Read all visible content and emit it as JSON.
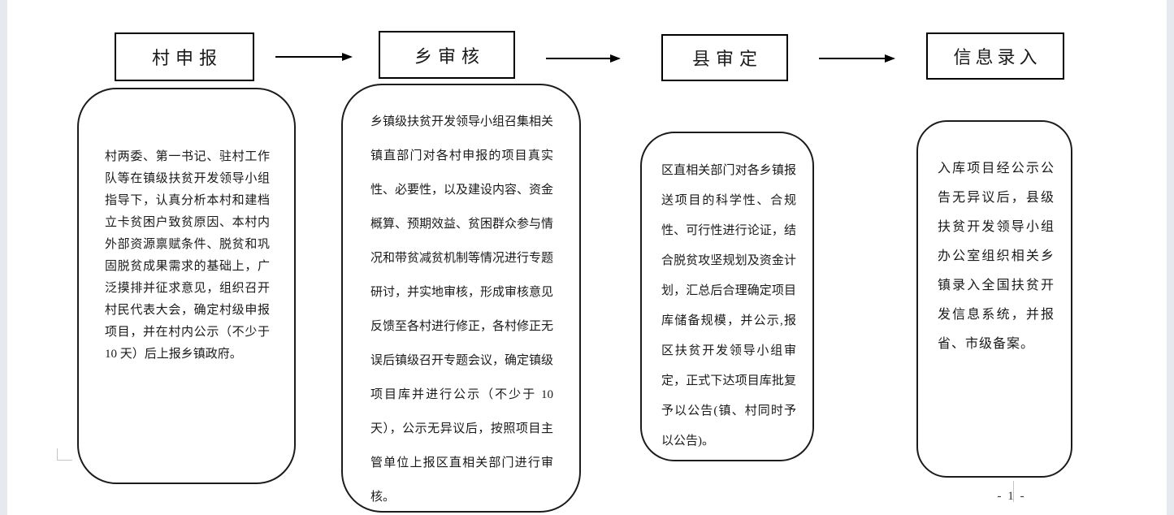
{
  "document": {
    "page_number": "- 1 -"
  },
  "flow": {
    "stages": [
      {
        "title": "村申报",
        "body": "村两委、第一书记、驻村工作队等在镇级扶贫开发领导小组指导下，认真分析本村和建档立卡贫困户致贫原因、本村内外部资源禀赋条件、脱贫和巩固脱贫成果需求的基础上，广泛摸排并征求意见，组织召开村民代表大会，确定村级申报项目，并在村内公示（不少于 10 天）后上报乡镇政府。"
      },
      {
        "title": "乡审核",
        "body": "乡镇级扶贫开发领导小组召集相关镇直部门对各村申报的项目真实性、必要性，以及建设内容、资金概算、预期效益、贫困群众参与情况和带贫减贫机制等情况进行专题研讨，并实地审核，形成审核意见反馈至各村进行修正，各村修正无误后镇级召开专题会议，确定镇级项目库并进行公示（不少于 10 天），公示无异议后，按照项目主管单位上报区直相关部门进行审核。"
      },
      {
        "title": "县审定",
        "body": "区直相关部门对各乡镇报送项目的科学性、合规性、可行性进行论证，结合脱贫攻坚规划及资金计划，汇总后合理确定项目库储备规模，并公示,报区扶贫开发领导小组审定，正式下达项目库批复予以公告(镇、村同时予以公告)。"
      },
      {
        "title": "信息录入",
        "body": "入库项目经公示公告无异议后，县级扶贫开发领导小组办公室组织相关乡镇录入全国扶贫开发信息系统，并报省、市级备案。"
      }
    ]
  }
}
